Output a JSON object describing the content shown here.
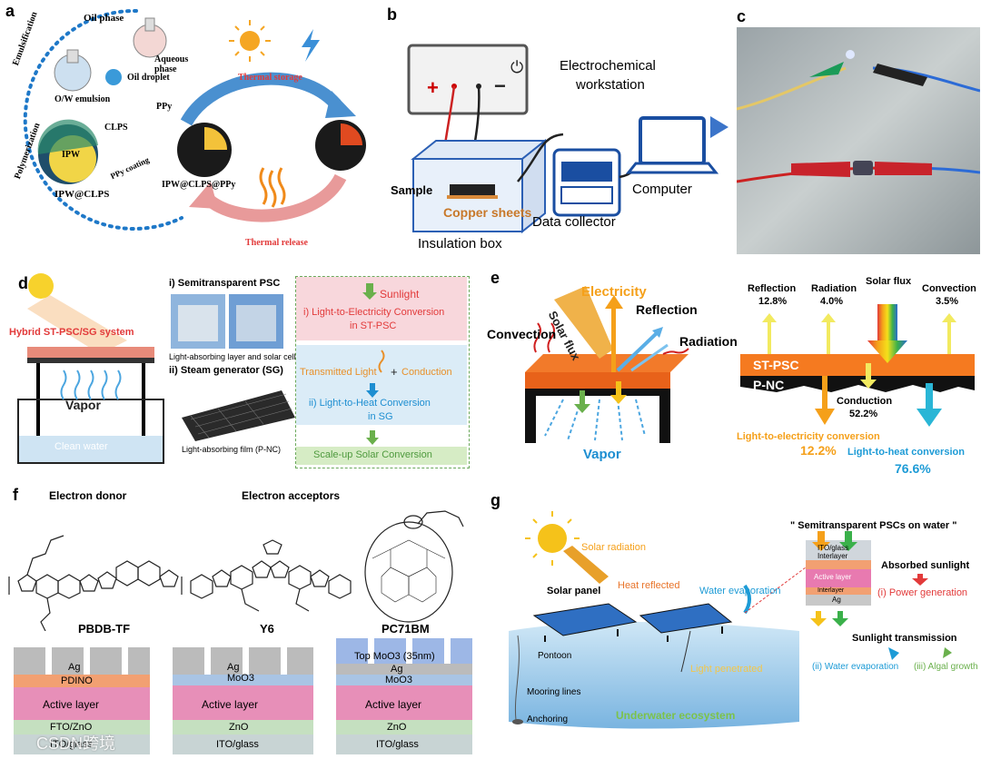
{
  "labels": {
    "a": "a",
    "b": "b",
    "c": "c",
    "d": "d",
    "e": "e",
    "f": "f",
    "g": "g"
  },
  "panel_a": {
    "oil_phase": "Oil phase",
    "aqueous_phase": "Aqueous phase",
    "emulsification": "Emulsification",
    "ow_emulsion": "O/W emulsion",
    "oil_droplet": "Oil droplet",
    "polymerization": "Polymerization",
    "clps": "CLPS",
    "ipw": "IPW",
    "ppy_coating": "PPy coating",
    "ipw_clps": "IPW@CLPS",
    "ppy": "PPy",
    "ipw_clps_ppy": "IPW@CLPS@PPy",
    "thermal_storage": "Thermal storage",
    "thermal_release": "Thermal release"
  },
  "panel_b": {
    "plus": "+",
    "minus": "−",
    "electrochemical": "Electrochemical",
    "workstation": "workstation",
    "sample": "Sample",
    "copper_sheets": "Copper sheets",
    "insulation_box": "Insulation box",
    "data_collector": "Data collector",
    "computer": "Computer"
  },
  "panel_d": {
    "hybrid": "Hybrid ST-PSC/SG system",
    "vapor": "Vapor",
    "clean_water": "Clean water",
    "semitransparent_psc": "i) Semitransparent PSC",
    "light_absorbing_layer": "Light-absorbing layer and solar cell",
    "steam_generator": "ii) Steam generator (SG)",
    "light_absorbing_film": "Light-absorbing film (P-NC)",
    "sunlight": "Sunlight",
    "conversion_1a": "i) Light-to-Electricity Conversion",
    "conversion_1b": "in ST-PSC",
    "transmitted": "Transmitted Light",
    "plus": "+",
    "conduction": "Conduction",
    "conversion_2a": "ii) Light-to-Heat Conversion",
    "conversion_2b": "in SG",
    "scaleup": "Scale-up Solar Conversion"
  },
  "panel_e_left": {
    "electricity": "Electricity",
    "solar_flux": "Solar flux",
    "reflection": "Reflection",
    "convection": "Convection",
    "radiation": "Radiation",
    "vapor": "Vapor"
  },
  "panel_e_right": {
    "reflection": "Reflection",
    "reflection_val": "12.8%",
    "radiation": "Radiation",
    "radiation_val": "4.0%",
    "solar_flux": "Solar flux",
    "convection": "Convection",
    "convection_val": "3.5%",
    "st_psc": "ST-PSC",
    "p_nc": "P-NC",
    "conduction": "Conduction",
    "conduction_val": "52.2%",
    "l2e": "Light-to-electricity conversion",
    "l2e_val": "12.2%",
    "l2h": "Light-to-heat conversion",
    "l2h_val": "76.6%"
  },
  "panel_f": {
    "donor": "Electron donor",
    "acceptors": "Electron acceptors",
    "pbdb": "PBDB-TF",
    "y6": "Y6",
    "pc71bm": "PC71BM",
    "dev1": [
      "Ag",
      "PDINO",
      "Active layer",
      "FTO/ZnO",
      "ITO/glass"
    ],
    "dev2": [
      "Ag",
      "MoO3",
      "Active layer",
      "ZnO",
      "ITO/glass"
    ],
    "dev3": [
      "Top MoO3 (35nm)",
      "Ag",
      "MoO3",
      "Active layer",
      "ZnO",
      "ITO/glass"
    ]
  },
  "panel_g": {
    "solar_radiation": "Solar radiation",
    "solar_panel": "Solar panel",
    "heat_reflected": "Heat reflected",
    "water_evaporation": "Water evaporation",
    "pontoon": "Pontoon",
    "mooring": "Mooring lines",
    "anchoring": "Anchoring",
    "light_penetrated": "Light penetrated",
    "underwater": "Underwater ecosystem",
    "title": "\" Semitransparent PSCs on water \"",
    "stack": [
      "ITO/glass",
      "Interlayer",
      "Active layer",
      "Interlayer",
      "Ag"
    ],
    "absorbed": "Absorbed sunlight",
    "power": "(i) Power generation",
    "transmission": "Sunlight transmission",
    "water_evap2": "(ii) Water evaporation",
    "algal": "(iii) Algal growth"
  },
  "watermark": "CSDN跨境"
}
